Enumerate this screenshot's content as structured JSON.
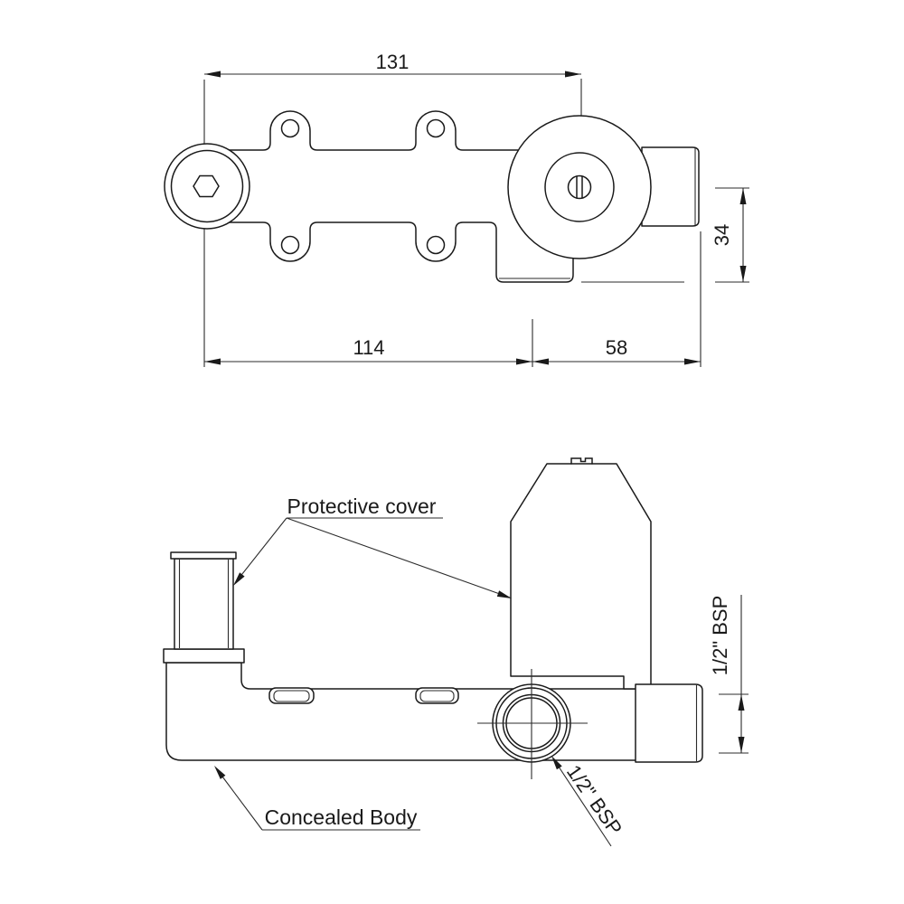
{
  "views": {
    "top": {
      "dim_131": "131",
      "dim_114": "114",
      "dim_58": "58",
      "dim_34": "34"
    },
    "front": {
      "protective_cover": "Protective cover",
      "concealed_body": "Concealed Body",
      "bsp_vertical": "1/2\" BSP",
      "bsp_inlet": "1/2\" BSP"
    },
    "colors": {
      "line": "#1a1a1a",
      "background": "#ffffff"
    }
  }
}
